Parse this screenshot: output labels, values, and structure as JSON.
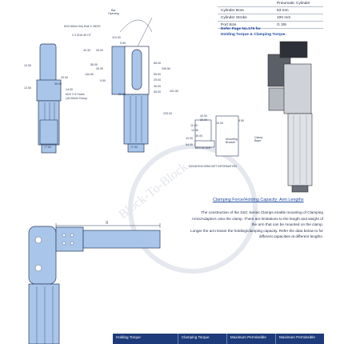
{
  "spec_table": {
    "rows": [
      {
        "label": "",
        "value": "Pneumatic Cylinder"
      },
      {
        "label": "Cylinder Bore",
        "value": "63 mm"
      },
      {
        "label": "Cylinder Stroke",
        "value": "100 mm"
      },
      {
        "label": "Port Size",
        "value": "G 3/8"
      }
    ],
    "note_line1": "Refer Page No.179 for",
    "note_line2": "Holding Torque & Clamping Torque."
  },
  "drawing": {
    "bar_opening": "Bar\nOpening",
    "bolt_note": "M10 60em Key Bolt  X 2NOS",
    "hole_note1": "2 X Ø10.40 H7",
    "hole_note2": "M10 X 6 Holes",
    "hole_note3": "(16.00mm Deep)",
    "dims": {
      "d1": "110.00",
      "d2": "5.50",
      "d3": "40.30",
      "d4": "30.00",
      "d5": "55.00",
      "d6": "30.00",
      "d7": "12.50",
      "d8": "30.00",
      "d9": "55.00",
      "d10": "14.00",
      "d11": "12.50",
      "d12": "144.50",
      "d13": "5.50",
      "d14": "22.50",
      "d15": "68.00",
      "d16": "206.50",
      "d17": "55.00",
      "d18": "29.00",
      "d19": "35.00",
      "d20": "55.00",
      "d21": "431.50",
      "d22": "225.00",
      "d23": "77.00",
      "d24": "77.00",
      "m1": "40.00",
      "m2": "20.00",
      "m3": "10.00",
      "m4": "5.50",
      "m5": "11.00",
      "m6": "54.00",
      "m7": "Ø10.50 Drill",
      "m8": "35.00",
      "m9": "10.00",
      "m10": "12.50"
    },
    "mounting_label": "Mounting\nBracket",
    "clamp_base_label": "Clamp\nBase",
    "mounting_caption": "MOUNTING BRACKET INFORMATION"
  },
  "watermark": "Block-To-Block",
  "section": {
    "title": "Clamping Force/Holding Capacity: Arm Lengths",
    "paragraph1": "The construction of the SSC Series Clamps enable mounting of Clamping Arms/Adapters onto the clamp. There are limitations to the length and weight of the arm that can be  mounted on the clamp.",
    "paragraph2": "Longer the arm lesser the holding/clamping capacity. Refer the data below to for different capacities at different lengths.",
    "arm_length_label": "X"
  },
  "bottom_table": {
    "headers": [
      "Holding Torque",
      "Clamping Torque",
      "Maximum Permissible",
      "Maximum Permissible"
    ]
  },
  "colors": {
    "accent": "#1f4aa0",
    "part_fill": "#a9c6ea",
    "header_bg": "#1d3b7a"
  }
}
